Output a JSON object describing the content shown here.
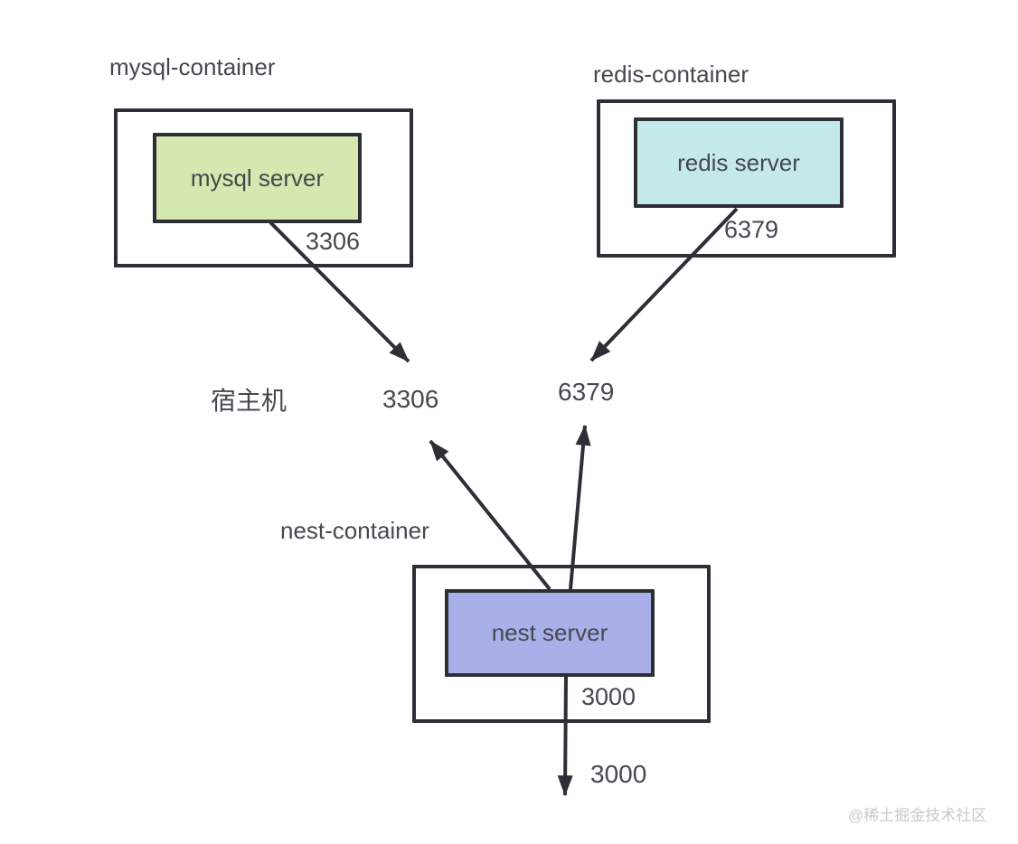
{
  "colors": {
    "stroke": "#2e2f36",
    "text": "#46484e",
    "mysql_server_fill": "#d4e8b0",
    "redis_server_fill": "#c4e9e9",
    "nest_server_fill": "#a9afe8",
    "watermark": "#c9cacb"
  },
  "mysql": {
    "container_label": "mysql-container",
    "server_label": "mysql server",
    "container_port": "3306"
  },
  "redis": {
    "container_label": "redis-container",
    "server_label": "redis server",
    "container_port": "6379"
  },
  "nest": {
    "container_label": "nest-container",
    "server_label": "nest server",
    "container_port": "3000",
    "published_port": "3000"
  },
  "host": {
    "label": "宿主机",
    "mysql_port": "3306",
    "redis_port": "6379"
  },
  "watermark": "@稀土掘金技术社区"
}
